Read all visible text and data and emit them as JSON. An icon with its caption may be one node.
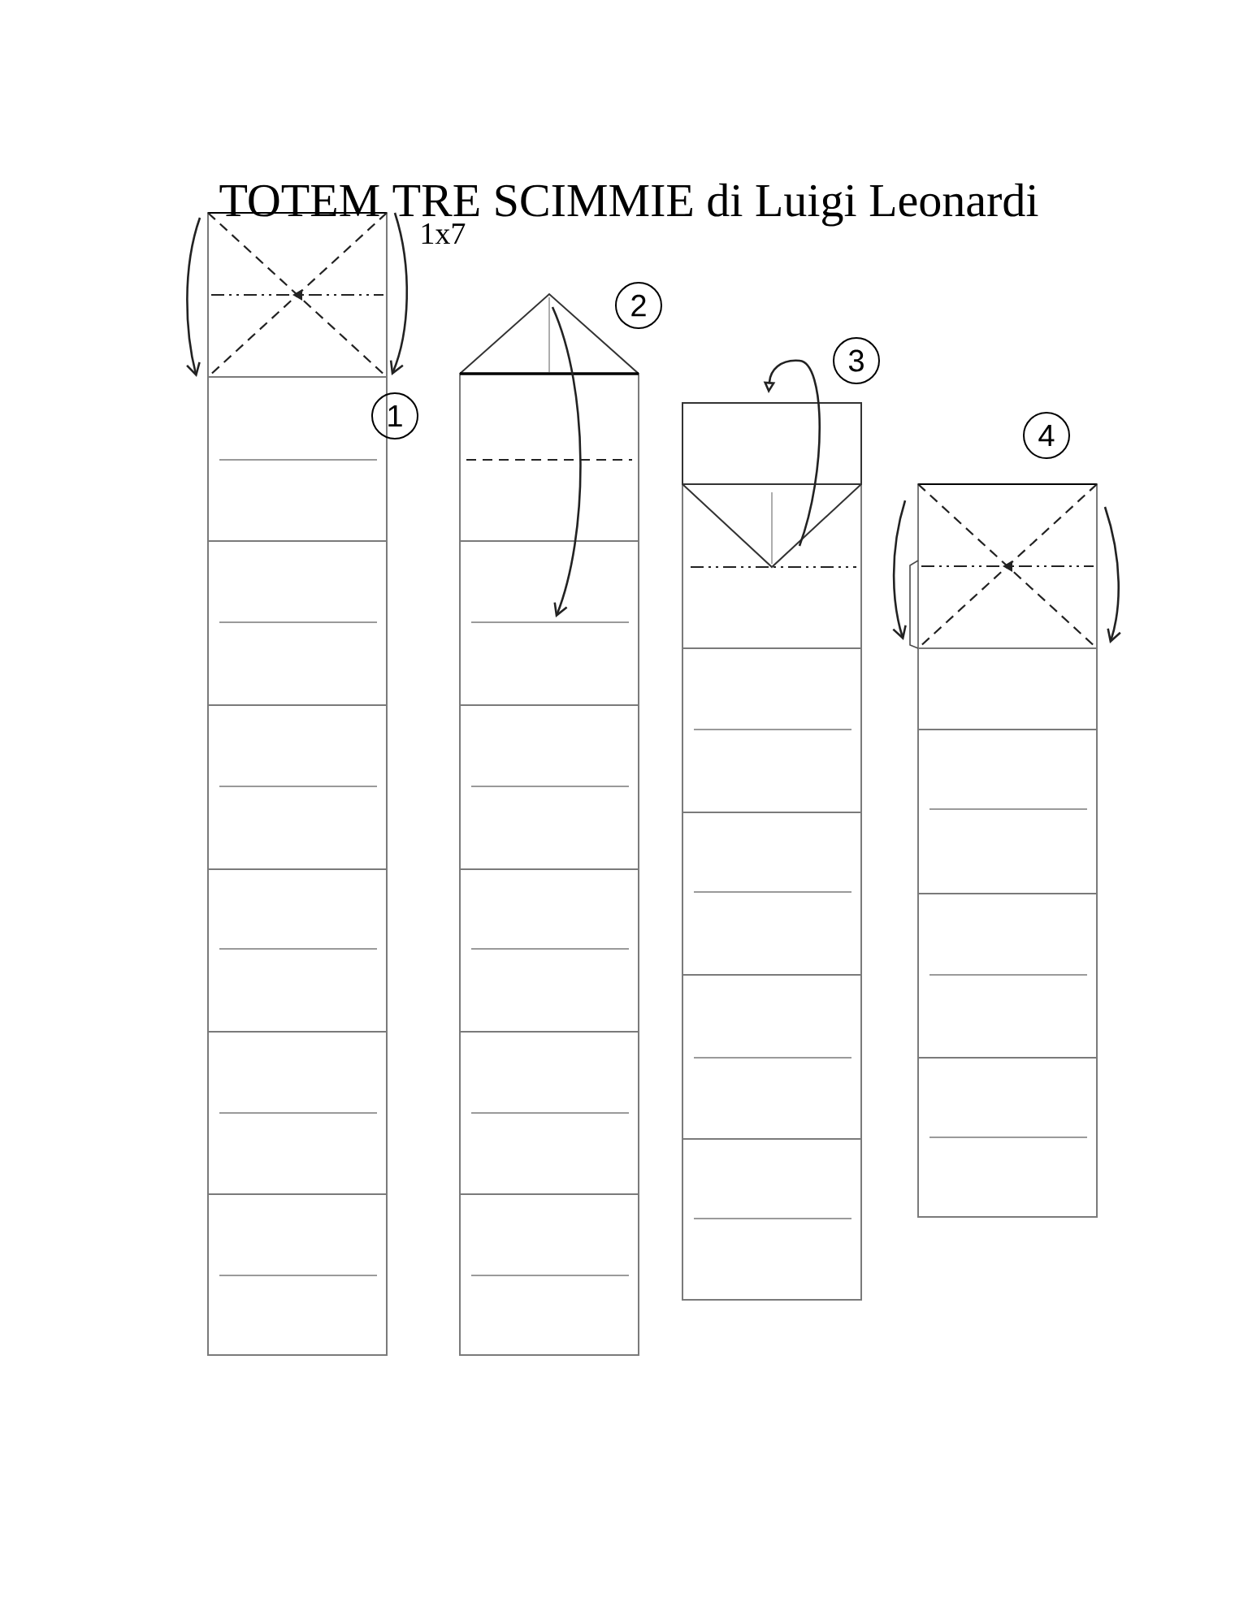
{
  "diagram": {
    "title": "TOTEM TRE SCIMMIE di Luigi Leonardi",
    "nodes": [
      {
        "text": [
          "1"
        ]
      },
      {
        "text": [
          "2"
        ]
      },
      {
        "text": [
          "3"
        ]
      },
      {
        "text": [
          "4"
        ]
      }
    ],
    "labels": [
      "1x7"
    ]
  }
}
